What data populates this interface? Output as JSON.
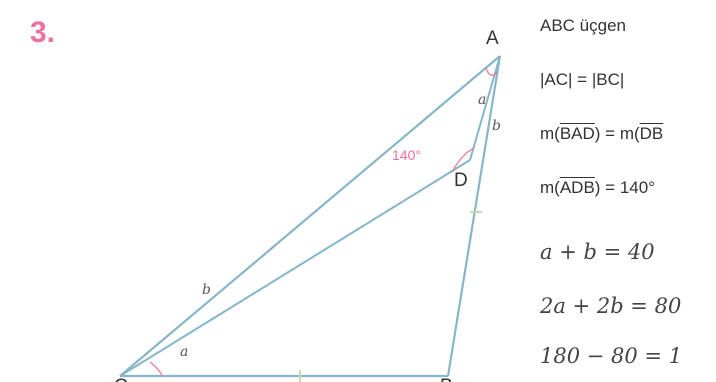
{
  "problem_number": "3.",
  "labels": {
    "A": "A",
    "C": "C",
    "D": "D",
    "B": "B",
    "ang_ADB": "140°",
    "a": "a",
    "b": "b"
  },
  "givens": {
    "line1": "ABC üçgen",
    "line2": "|AC| = |BC|",
    "line3_prefix": "m(",
    "line3_arc1": "BAD",
    "line3_mid": ") = m(",
    "line3_arc2": "DB",
    "line4_prefix": "m(",
    "line4_arc": "ADB",
    "line4_suffix": ") = 140°"
  },
  "work": {
    "line1": "a + b = 40",
    "line2": "2a + 2b = 80",
    "line3": "180 − 80 = 1"
  },
  "colors": {
    "line": "#86b6c8",
    "pink": "#f0709a",
    "text": "#333333"
  }
}
